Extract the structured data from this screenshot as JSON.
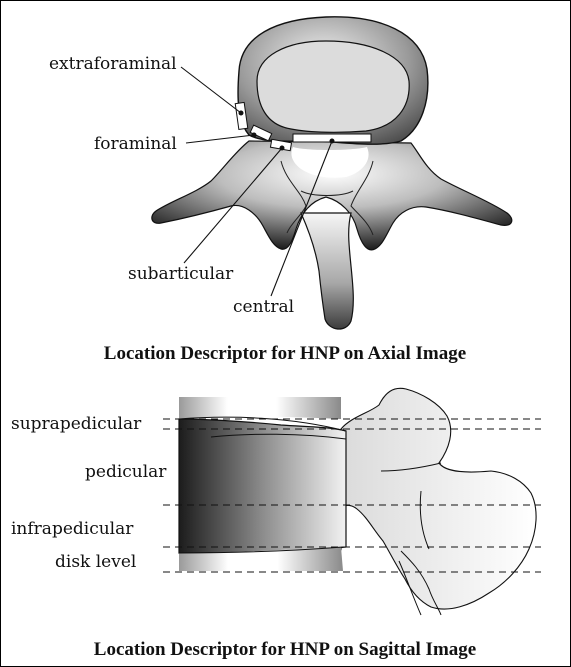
{
  "axial": {
    "caption": "Location Descriptor for HNP on Axial Image",
    "labels": {
      "extraforaminal": "extraforaminal",
      "foraminal": "foraminal",
      "subarticular": "subarticular",
      "central": "central"
    }
  },
  "sagittal": {
    "caption": "Location Descriptor for HNP on Sagittal Image",
    "labels": {
      "suprapedicular": "suprapedicular",
      "pedicular": "pedicular",
      "infrapedicular": "infrapedicular",
      "disk_level": "disk level"
    }
  }
}
